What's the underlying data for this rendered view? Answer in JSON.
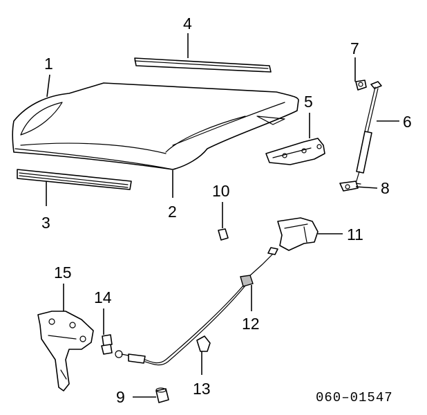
{
  "diagram_code": "060–01547",
  "callouts": {
    "c1": "1",
    "c2": "2",
    "c3": "3",
    "c4": "4",
    "c5": "5",
    "c6": "6",
    "c7": "7",
    "c8": "8",
    "c9": "9",
    "c10": "10",
    "c11": "11",
    "c12": "12",
    "c13": "13",
    "c14": "14",
    "c15": "15"
  }
}
